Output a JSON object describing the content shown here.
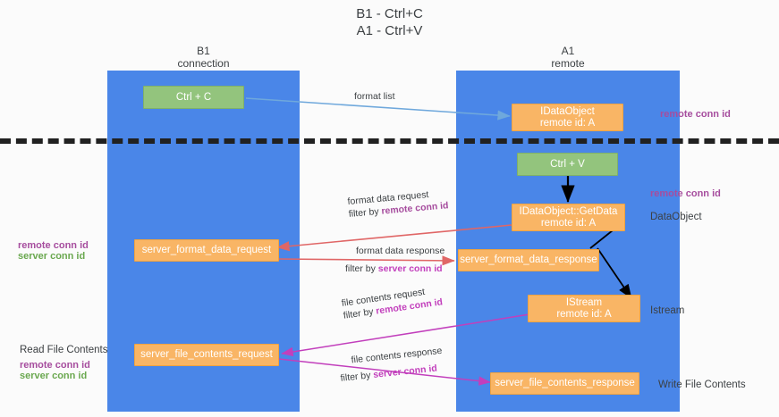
{
  "title": "B1 - Ctrl+C\nA1 - Ctrl+V",
  "columns": {
    "left": {
      "name": "B1",
      "role": "connection",
      "header": "B1\nconnection"
    },
    "right": {
      "name": "A1",
      "role": "remote",
      "header": "A1\nremote"
    }
  },
  "colors": {
    "lane": "#4a86e8",
    "node_green": "#93c47d",
    "node_orange": "#f9b565",
    "accent_purple": "#a64d9e",
    "accent_green": "#6aa84f",
    "accent_magenta": "#c23fbc",
    "arrow_blue": "#6fa8dc",
    "arrow_red": "#e06666",
    "arrow_black": "#000000",
    "divider": "#212121",
    "background": "#fbfbfb"
  },
  "nodes": {
    "ctrl_c": {
      "label": "Ctrl + C"
    },
    "idataobject": {
      "line1": "IDataObject",
      "line2": "remote id: A"
    },
    "ctrl_v": {
      "label": "Ctrl + V"
    },
    "getdata": {
      "line1": "IDataObject::GetData",
      "line2": "remote id: A"
    },
    "server_format_data_request": {
      "label": "server_format_data_request"
    },
    "server_format_data_response": {
      "label": "server_format_data_response"
    },
    "istream": {
      "line1": "IStream",
      "line2": "remote id: A"
    },
    "server_file_contents_request": {
      "label": "server_file_contents_request"
    },
    "server_file_contents_response": {
      "label": "server_file_contents_response"
    }
  },
  "edges": {
    "format_list": {
      "line1": "format list"
    },
    "format_data_request": {
      "line1": "format data request",
      "line2_prefix": "filter by ",
      "line2_key": "remote conn id"
    },
    "format_data_response": {
      "line1": "format data response",
      "line2_prefix": "filter by ",
      "line2_key": "server conn id"
    },
    "file_contents_request": {
      "line1": "file contents request",
      "line2_prefix": "filter by ",
      "line2_key": "remote conn id"
    },
    "file_contents_response": {
      "line1": "file contents response",
      "line2_prefix": "filter by ",
      "line2_key": "server conn id"
    }
  },
  "annotations": {
    "right_remote_conn_id_top": "remote conn id",
    "right_remote_conn_id_mid": "remote conn id",
    "right_dataobject": "DataObject",
    "right_istream": "Istream",
    "right_write_file_contents": "Write File Contents",
    "left_remote_conn_id_mid": "remote conn id",
    "left_server_conn_id_mid": "server conn id",
    "left_read_file_contents": "Read File Contents",
    "left_remote_conn_id_bottom": "remote conn id",
    "left_server_conn_id_bottom": "server conn id"
  }
}
